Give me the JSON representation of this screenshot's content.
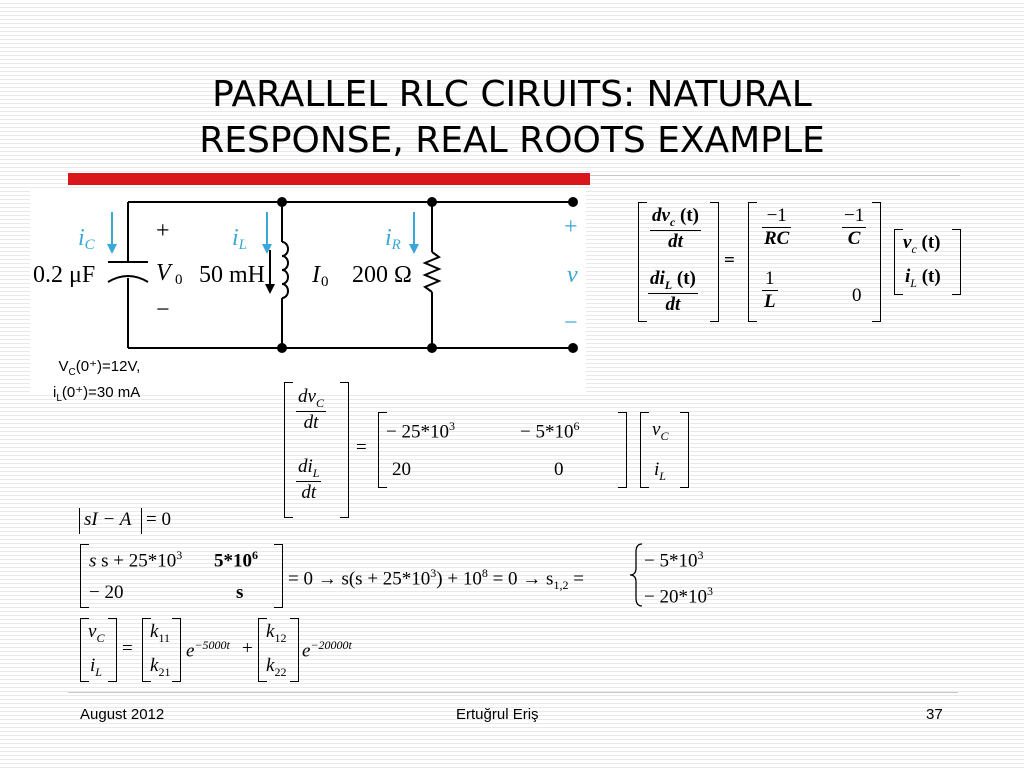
{
  "slide": {
    "title_line1": "PARALLEL RLC CIRUITS: NATURAL",
    "title_line2": "RESPONSE, REAL ROOTS EXAMPLE"
  },
  "circuit": {
    "ic_label": "i",
    "ic_sub": "C",
    "il_label": "i",
    "il_sub": "L",
    "ir_label": "i",
    "ir_sub": "R",
    "cap_value": "0.2 μF",
    "plus": "+",
    "minus": "−",
    "v0": "V",
    "v0_sub": "0",
    "ind_value": "50 mH",
    "i0": "I",
    "i0_sub": "0",
    "res_value": "200 Ω",
    "v_out": "v",
    "label_color": "#3aa7d8"
  },
  "initial_conditions": {
    "vc_line": "(0⁺)=12V,",
    "il_line": "(0⁺)=30 mA"
  },
  "equations": {
    "eq1": {
      "dvc": "dv",
      "dvc_sub": "c",
      "t": "(t)",
      "dt": "dt",
      "dil": "di",
      "dil_sub": "L",
      "eq": "=",
      "m11": "−1",
      "m11_den": "RC",
      "m12": "−1",
      "m12_den": "C",
      "m21": "1",
      "m21_den": "L",
      "m22": "0",
      "vc": "v",
      "vc_sub": "c",
      "il": "i",
      "il_sub": "L"
    },
    "eq2": {
      "dvc": "dv",
      "dvc_sub": "C",
      "dt": "dt",
      "dil": "di",
      "dil_sub": "L",
      "eq": "=",
      "m11": "− 25*10",
      "m11_exp": "3",
      "m12": "− 5*10",
      "m12_exp": "6",
      "m21": "20",
      "m22": "0",
      "vc": "v",
      "vc_sub": "C",
      "il": "i",
      "il_sub": "L"
    },
    "eq3": {
      "text": "sI − A",
      "rhs": "= 0"
    },
    "eq4": {
      "a11": "s + 25*10",
      "a11_exp": "3",
      "a12": "5*10",
      "a12_exp": "6",
      "a21": "− 20",
      "a22": "s",
      "mid": "= 0 → s(s + 25*10",
      "mid_exp": "3",
      "mid2": ") + 10",
      "mid2_exp": "8",
      "mid3": " = 0 → s",
      "s_sub": "1,2",
      "mid4": " =",
      "root1": "− 5*10",
      "root1_exp": "3",
      "root2": "− 20*10",
      "root2_exp": "3"
    },
    "eq5": {
      "vc": "v",
      "vc_sub": "C",
      "il": "i",
      "il_sub": "L",
      "eq": "=",
      "k11": "k",
      "k11_sub": "11",
      "k21": "k",
      "k21_sub": "21",
      "e1": "e",
      "e1_exp": "−5000t",
      "plus": "+",
      "k12": "k",
      "k12_sub": "12",
      "k22": "k",
      "k22_sub": "22",
      "e2": "e",
      "e2_exp": "−20000t"
    }
  },
  "footer": {
    "date": "August 2012",
    "author": "Ertuğrul Eriş",
    "page": "37"
  }
}
